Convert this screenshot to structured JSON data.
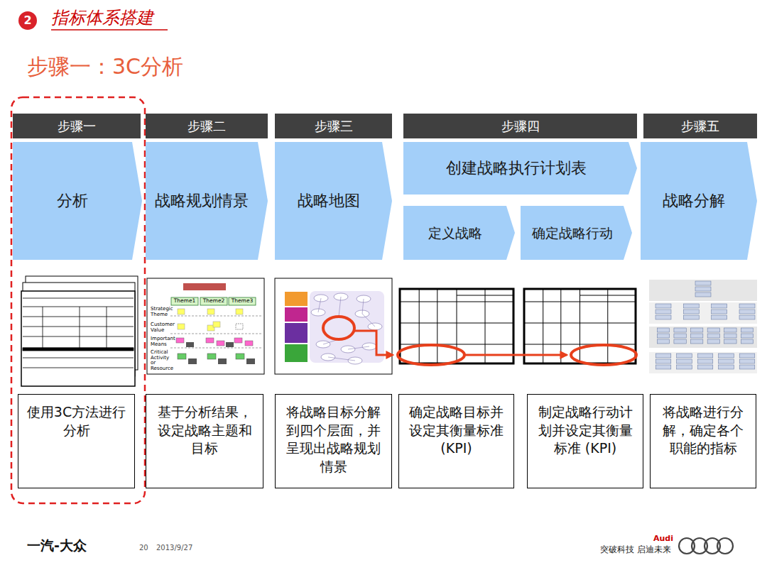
{
  "diagram": {
    "title": "步骤一：3C分析",
    "nodes": [
      {
        "text": [
          "2"
        ]
      },
      {
        "text": [
          "步骤一"
        ]
      },
      {
        "text": [
          "步骤二"
        ]
      },
      {
        "text": [
          "步骤三"
        ]
      },
      {
        "text": [
          "步骤四"
        ]
      },
      {
        "text": [
          "步骤五"
        ]
      },
      {
        "text": [
          "分析"
        ]
      },
      {
        "text": [
          "战略规划情景"
        ]
      },
      {
        "text": [
          "战略地图"
        ]
      },
      {
        "text": [
          "创建战略执行计划表"
        ]
      },
      {
        "text": [
          "定义战略"
        ]
      },
      {
        "text": [
          "确定战略行动"
        ]
      },
      {
        "text": [
          "战略分解"
        ]
      },
      {
        "text": [
          "使用3C方法进行分析"
        ]
      },
      {
        "text": [
          "基于分析结果，设定战略主题和目标"
        ]
      },
      {
        "text": [
          "将战略目标分解到四个层面，并呈现出战略规划情景"
        ]
      },
      {
        "text": [
          "确定战略目标并设定其衡量标准 (KPI)"
        ]
      },
      {
        "text": [
          "制定战略行动计划并设定其衡量标准 (KPI)"
        ]
      },
      {
        "text": [
          "将战略进行分解，确定各个职能的指标"
        ]
      }
    ],
    "labels": [
      "指标体系搭建",
      "Theme1",
      "Theme2",
      "Theme3",
      "Strategic Theme",
      "Customer Value",
      "Important Means",
      "Critical Activity or Resource",
      "一汽-大众",
      "20",
      "2013/9/27",
      "Audi",
      "突破科技 启迪未来"
    ]
  }
}
